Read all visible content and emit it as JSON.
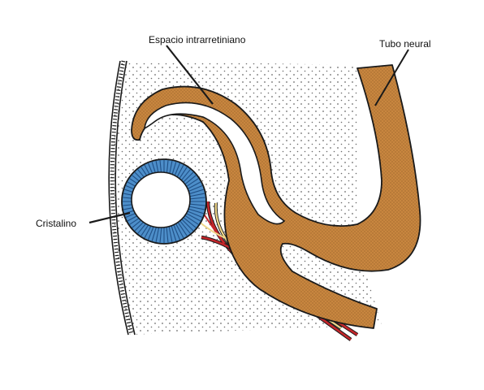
{
  "labels": {
    "intraretinal_space": "Espacio intrarretiniano",
    "neural_tube": "Tubo neural",
    "lens": "Cristalino"
  },
  "colors": {
    "neural_tissue": "#c8863f",
    "neural_tissue_dots": "#7a4a1c",
    "lens": "#4d8ec9",
    "lens_stripes": "#1f4f85",
    "vessel_red": "#c4262b",
    "vessel_yellow": "#f0d78a",
    "mesenchyme_dots": "#6b6b6b",
    "outline": "#1a1a1a"
  }
}
